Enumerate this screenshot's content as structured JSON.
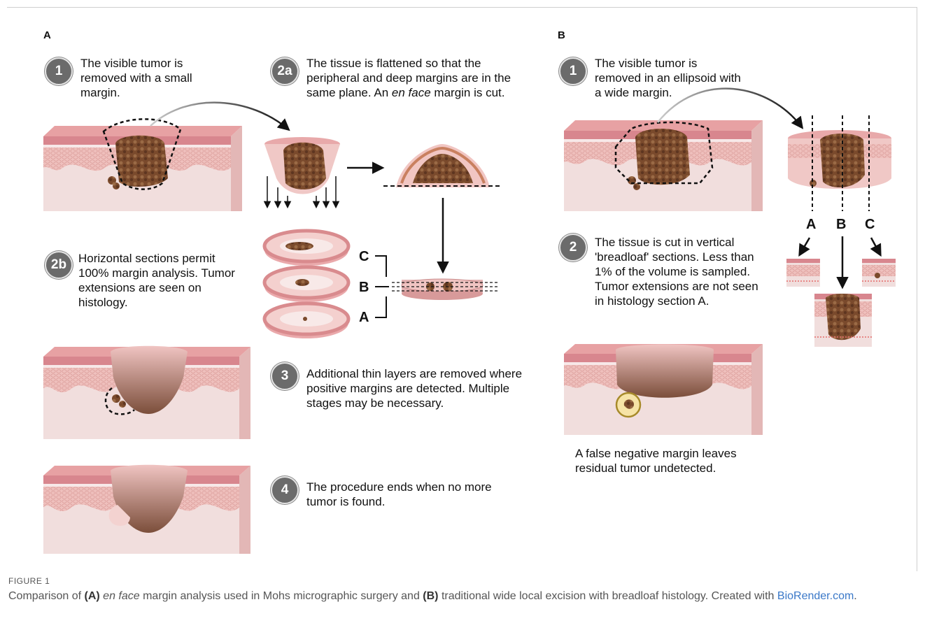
{
  "panels": {
    "a": {
      "letter": "A",
      "step1": {
        "badge": "1",
        "text": "The visible tumor is removed with a small margin."
      },
      "step2a": {
        "badge": "2a",
        "text_before": "The tissue is flattened so that the peripheral and deep margins are in the same plane. An ",
        "text_italic": "en face",
        "text_after": " margin is cut."
      },
      "step2b": {
        "badge": "2b",
        "text": "Horizontal sections permit 100% margin analysis. Tumor extensions are seen on histology."
      },
      "step3": {
        "badge": "3",
        "text": "Additional thin layers are removed where positive margins are detected. Multiple stages may be necessary."
      },
      "step4": {
        "badge": "4",
        "text": "The procedure ends when no more tumor is found."
      },
      "section_labels": [
        "C",
        "B",
        "A"
      ]
    },
    "b": {
      "letter": "B",
      "step1": {
        "badge": "1",
        "text": "The visible tumor is removed in an ellipsoid with a wide margin."
      },
      "step2": {
        "badge": "2",
        "text": "The tissue is cut in vertical 'breadloaf' sections. Less than 1% of the volume is sampled. Tumor extensions are not seen in histology section A."
      },
      "cut_labels": [
        "A",
        "B",
        "C"
      ],
      "result_text": "A false negative margin leaves residual tumor undetected."
    }
  },
  "caption": {
    "label": "FIGURE 1",
    "part1": "Comparison of ",
    "ref_a": "(A)",
    "italic": "en face",
    "part2": " margin analysis used in Mohs micrographic surgery and ",
    "ref_b": "(B)",
    "part3": " traditional wide local excision with breadloaf histology. Created with ",
    "link": "BioRender.com",
    "part4": "."
  },
  "colors": {
    "epidermis": "#d8868e",
    "dermis": "#f2c6c3",
    "deep": "#f1dedd",
    "tumor": "#7a4a2c",
    "badge": "#6b6b6b",
    "link": "#3a78c8"
  }
}
